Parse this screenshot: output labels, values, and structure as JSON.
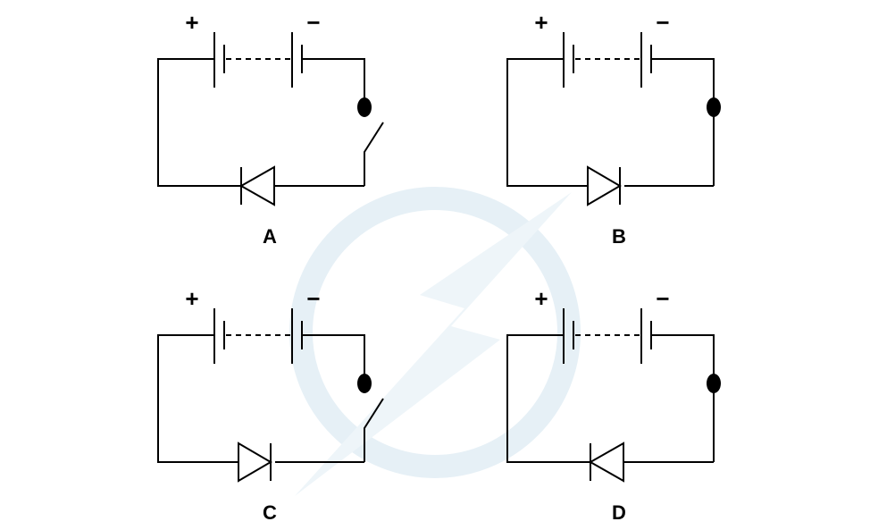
{
  "circuits": [
    {
      "id": "A",
      "label": "A",
      "plus": "+",
      "minus": "−",
      "switch": "open",
      "diode": "left"
    },
    {
      "id": "B",
      "label": "B",
      "plus": "+",
      "minus": "−",
      "switch": "closed",
      "diode": "right"
    },
    {
      "id": "C",
      "label": "C",
      "plus": "+",
      "minus": "−",
      "switch": "open",
      "diode": "right"
    },
    {
      "id": "D",
      "label": "D",
      "plus": "+",
      "minus": "−",
      "switch": "closed",
      "diode": "left"
    }
  ],
  "colors": {
    "line": "#000000",
    "watermark": "#e6f0f6"
  }
}
